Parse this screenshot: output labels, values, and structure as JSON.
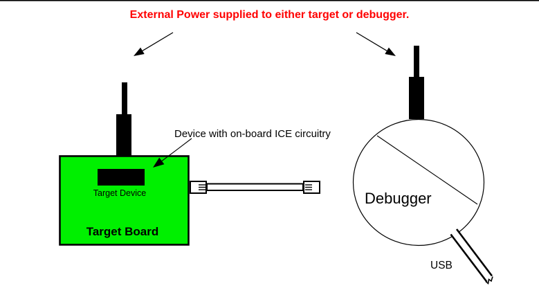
{
  "title": {
    "text": "External Power supplied to either target or debugger.",
    "color": "#FF0000"
  },
  "target_board": {
    "label": "Target Board",
    "device_label": "Target Device",
    "fill_color": "#00F000"
  },
  "debugger": {
    "label": "Debugger"
  },
  "cables": {
    "usb_label": "USB"
  },
  "annotations": {
    "device_note": "Device with on-board ICE circuitry"
  }
}
